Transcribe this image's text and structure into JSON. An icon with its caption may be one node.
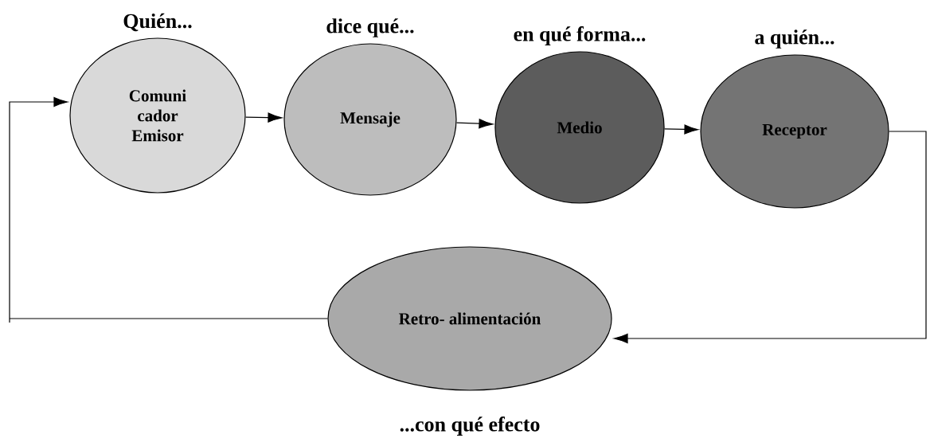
{
  "diagram": {
    "nodes": [
      {
        "text": [
          "Comuni cador Emisor"
        ],
        "beside": [
          "Quién..."
        ]
      },
      {
        "text": [
          "Mensaje"
        ],
        "beside": [
          "dice qué..."
        ]
      },
      {
        "text": [
          "Medio"
        ],
        "beside": [
          "en qué forma..."
        ]
      },
      {
        "text": [
          "Receptor"
        ],
        "beside": [
          "a quién..."
        ]
      },
      {
        "text": [
          "Retro- alimentación"
        ],
        "beside": [
          "...con qué efecto"
        ]
      }
    ],
    "edges": [
      {
        "from": 0,
        "to": 1,
        "arrow": "to"
      },
      {
        "from": 1,
        "to": 2,
        "arrow": "to"
      },
      {
        "from": 2,
        "to": 3,
        "arrow": "to"
      },
      {
        "from": 3,
        "to": 4,
        "arrow": "to"
      },
      {
        "from": 4,
        "to": 0,
        "arrow": "to"
      }
    ]
  }
}
